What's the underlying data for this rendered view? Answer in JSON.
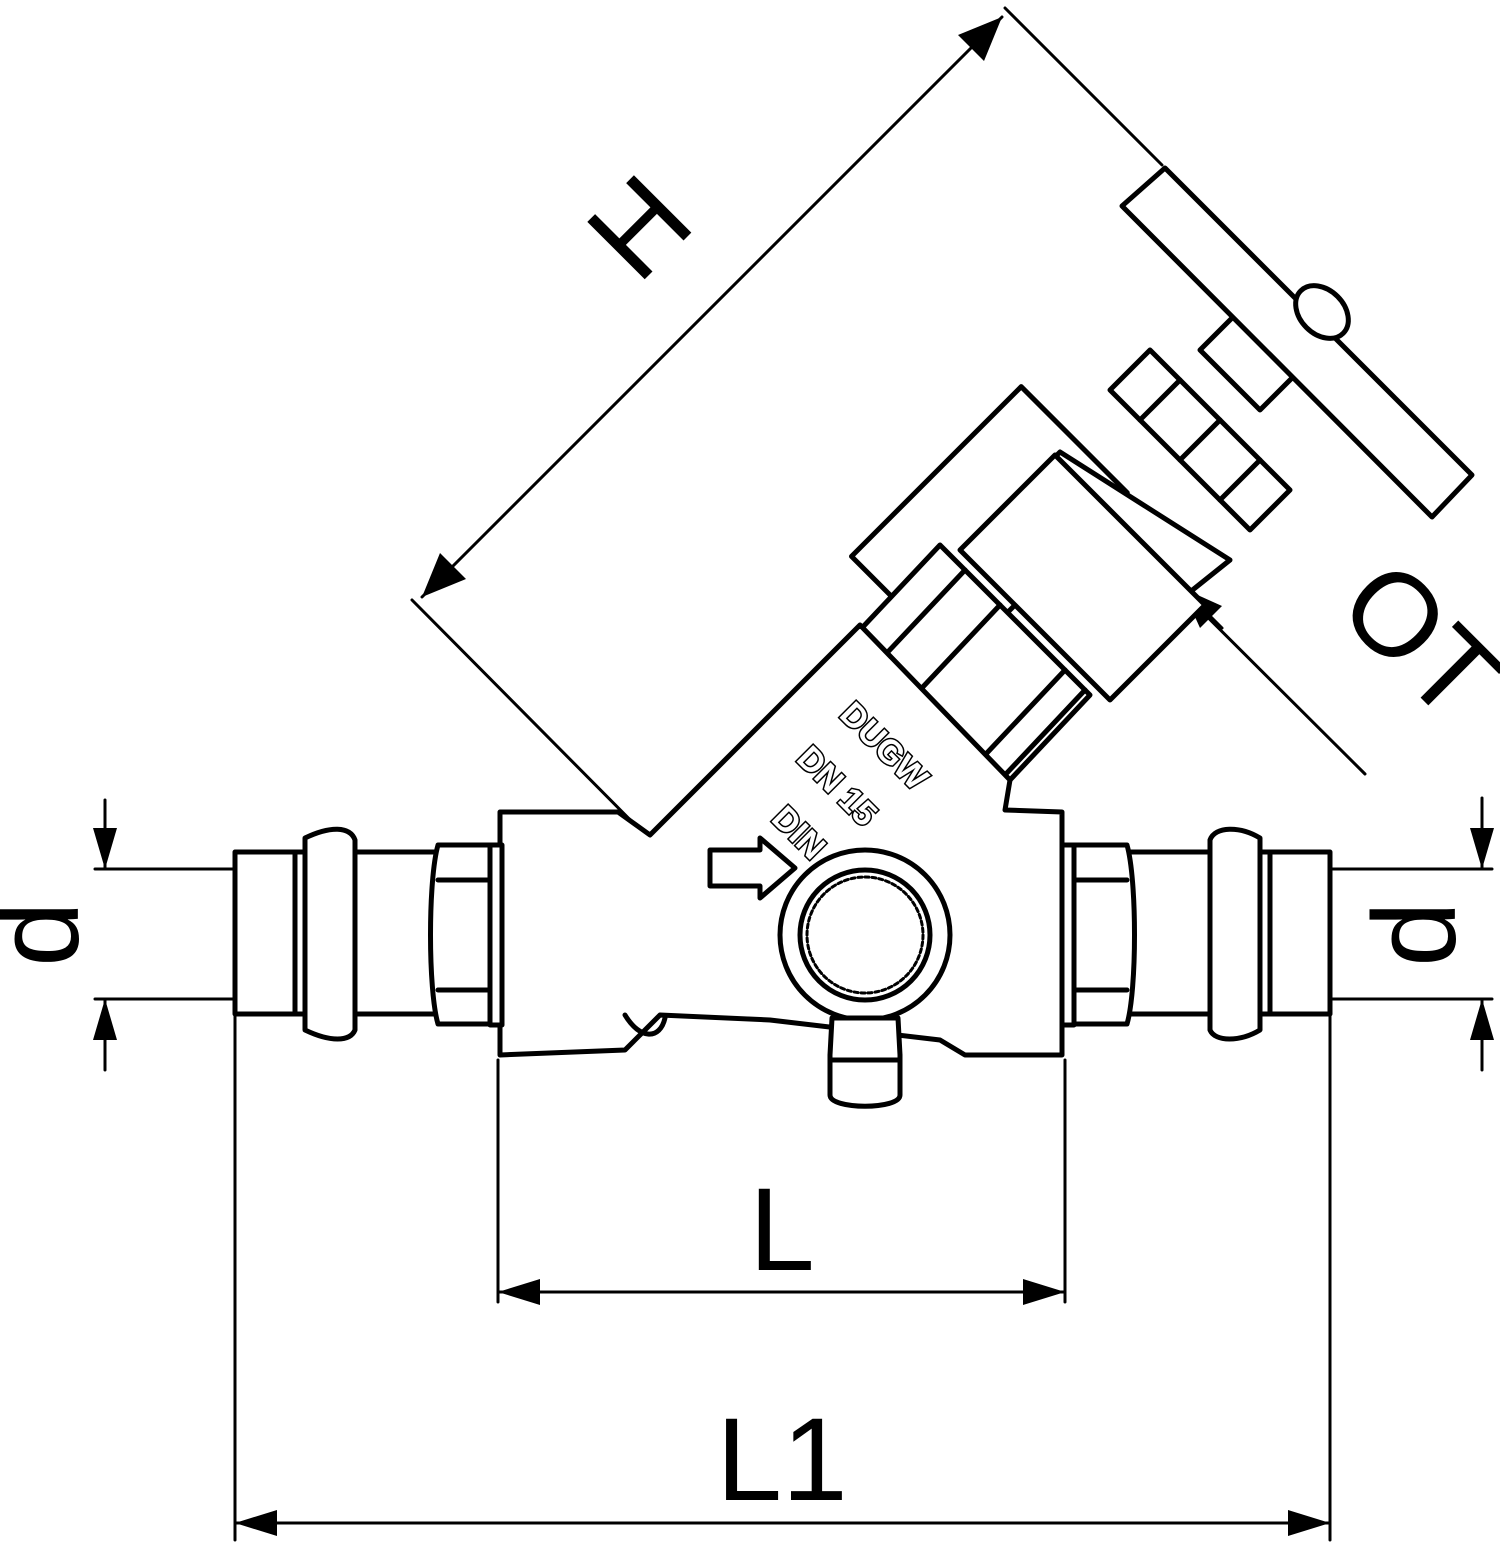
{
  "dimensions": {
    "height": "H",
    "thread": "OT",
    "diameter_left": "d",
    "diameter_right": "d",
    "length": "L",
    "length_overall": "L1"
  },
  "body_marking": {
    "line1": "DUGW",
    "line2": "DN 15",
    "line3": "DIN"
  }
}
